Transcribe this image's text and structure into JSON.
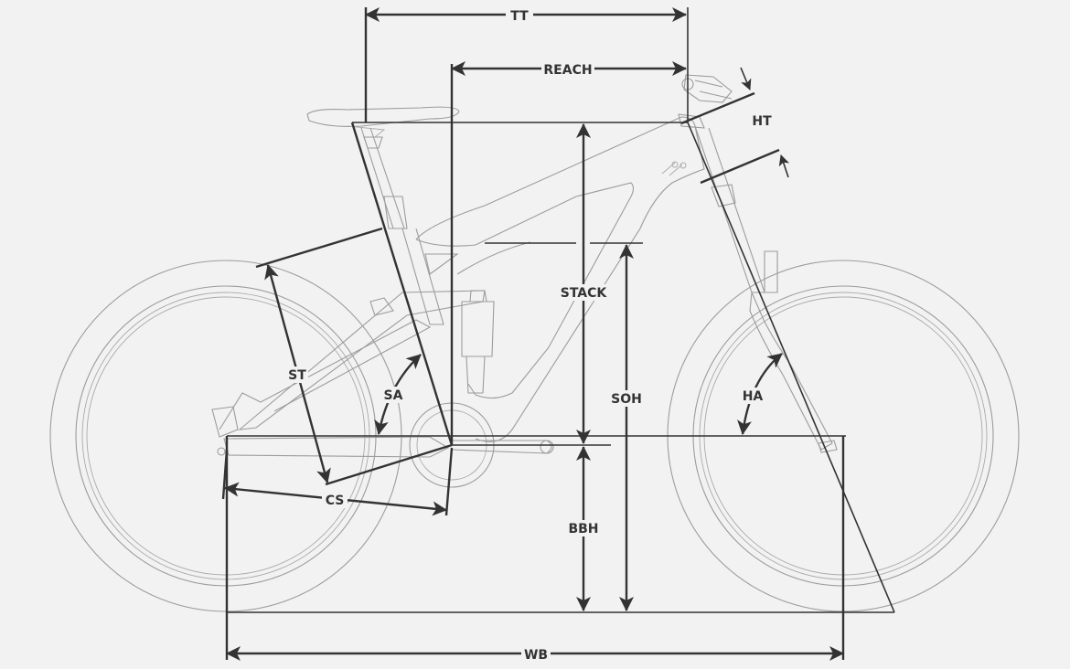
{
  "labels": {
    "tt": "TT",
    "reach": "REACH",
    "ht": "HT",
    "st": "ST",
    "sa": "SA",
    "stack": "STACK",
    "soh": "SOH",
    "ha": "HA",
    "cs": "CS",
    "bbh": "BBH",
    "wb": "WB"
  },
  "colors": {
    "background": "#f2f2f2",
    "bike_outline": "#9c9c9c",
    "dimension_lines": "#333333"
  }
}
